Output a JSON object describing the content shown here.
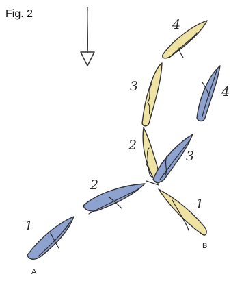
{
  "figure": {
    "label": "Fig. 2",
    "wind_arrow_icon": "arrow-down-icon",
    "point_a": "A",
    "point_b": "B",
    "colors": {
      "yellow_boat": "#efe3a4",
      "blue_boat": "#8ea2cf",
      "ink": "#2b2b2b"
    },
    "yellow_boat": {
      "positions": [
        "1",
        "2",
        "3",
        "4"
      ]
    },
    "blue_boat": {
      "positions": [
        "1",
        "2",
        "3",
        "4"
      ]
    }
  }
}
